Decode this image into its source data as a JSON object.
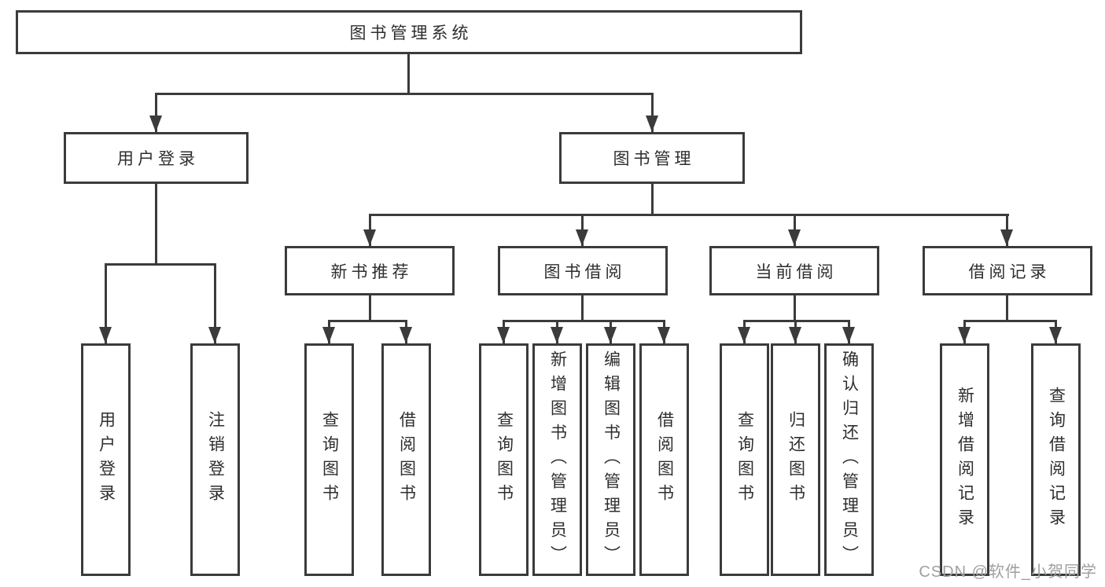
{
  "title": "图书管理系统",
  "tree": {
    "label": "图书管理系统",
    "children": [
      {
        "label": "用户登录",
        "children": [
          {
            "label": "用户登录"
          },
          {
            "label": "注销登录"
          }
        ]
      },
      {
        "label": "图书管理",
        "children": [
          {
            "label": "新书推荐",
            "children": [
              {
                "label": "查询图书"
              },
              {
                "label": "借阅图书"
              }
            ]
          },
          {
            "label": "图书借阅",
            "children": [
              {
                "label": "查询图书"
              },
              {
                "label": "新增图书（管理员）"
              },
              {
                "label": "编辑图书（管理员）"
              },
              {
                "label": "借阅图书"
              }
            ]
          },
          {
            "label": "当前借阅",
            "children": [
              {
                "label": "查询图书"
              },
              {
                "label": "归还图书"
              },
              {
                "label": "确认归还（管理员）"
              }
            ]
          },
          {
            "label": "借阅记录",
            "children": [
              {
                "label": "新增借阅记录"
              },
              {
                "label": "查询借阅记录"
              }
            ]
          }
        ]
      }
    ]
  },
  "watermark": {
    "text": "CSDN @软件_小贺同学"
  },
  "colors": {
    "line": "#3b3b3b",
    "text": "#2e2e2e",
    "background": "#ffffff",
    "watermark": "#9f9f9f"
  }
}
